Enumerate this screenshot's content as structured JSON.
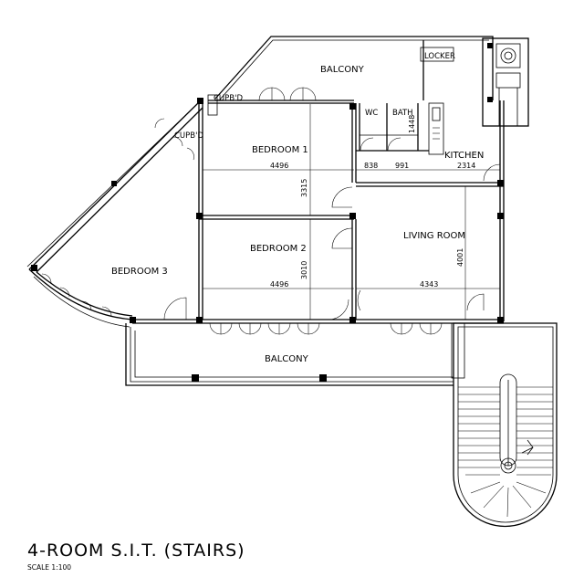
{
  "title": "4-ROOM S.I.T. (STAIRS)",
  "scale": "SCALE  1:100",
  "rooms": {
    "balcony_top": "BALCONY",
    "balcony_bottom": "BALCONY",
    "locker": "LOCKER",
    "cupbd_1": "CUPB'D",
    "cupbd_2": "CUPB'D",
    "wc": "WC",
    "bath": "BATH",
    "kitchen": "KITCHEN",
    "bedroom1": "BEDROOM 1",
    "bedroom2": "BEDROOM 2",
    "bedroom3": "BEDROOM 3",
    "living": "LIVING ROOM"
  },
  "dimensions": {
    "bath_depth": "1448",
    "wc_width": "838",
    "bath_width": "991",
    "kitchen_width": "2314",
    "bedroom1_width": "4496",
    "bedroom1_depth": "3315",
    "bedroom2_width": "4496",
    "bedroom2_depth": "3010",
    "living_width": "4343",
    "living_depth": "4001"
  }
}
